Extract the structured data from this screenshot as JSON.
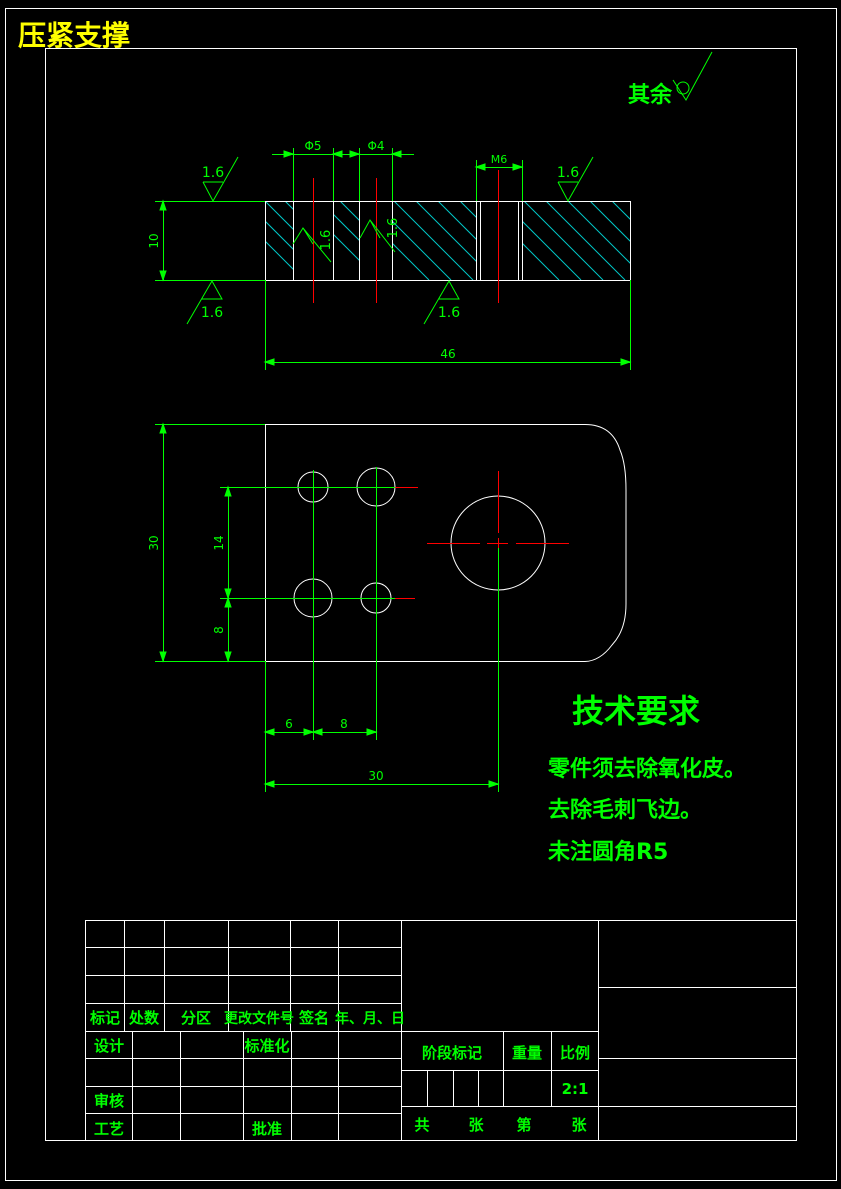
{
  "title": "压紧支撑",
  "roughness": {
    "other": "其余",
    "value": "1.6"
  },
  "dimensions": {
    "phi5": "Φ5",
    "phi4": "Φ4",
    "m6": "M6",
    "height10": "10",
    "length46": "46",
    "width30": "30",
    "span14": "14",
    "span8v": "8",
    "span6": "6",
    "span8h": "8",
    "length30": "30"
  },
  "tech": {
    "heading": "技术要求",
    "items": [
      "零件须去除氧化皮。",
      "去除毛刺飞边。",
      "未注圆角R5"
    ]
  },
  "titleblock": {
    "headers": [
      "标记",
      "处数",
      "分区",
      "更改文件号",
      "签名",
      "年、月、日"
    ],
    "design": "设计",
    "standardize": "标准化",
    "stage": "阶段标记",
    "weight": "重量",
    "scale_label": "比例",
    "scale_value": "2:1",
    "review": "审核",
    "process": "工艺",
    "approve": "批准",
    "total": "共",
    "sheets": "张",
    "number": "第",
    "sheet": "张"
  },
  "colors": {
    "frame": "#ffffff",
    "geometry": "#ffffff",
    "dimension": "#00ff00",
    "center": "#ff0000",
    "hatch": "#00c8c8",
    "title": "#ffff00",
    "text": "#00ff00"
  }
}
